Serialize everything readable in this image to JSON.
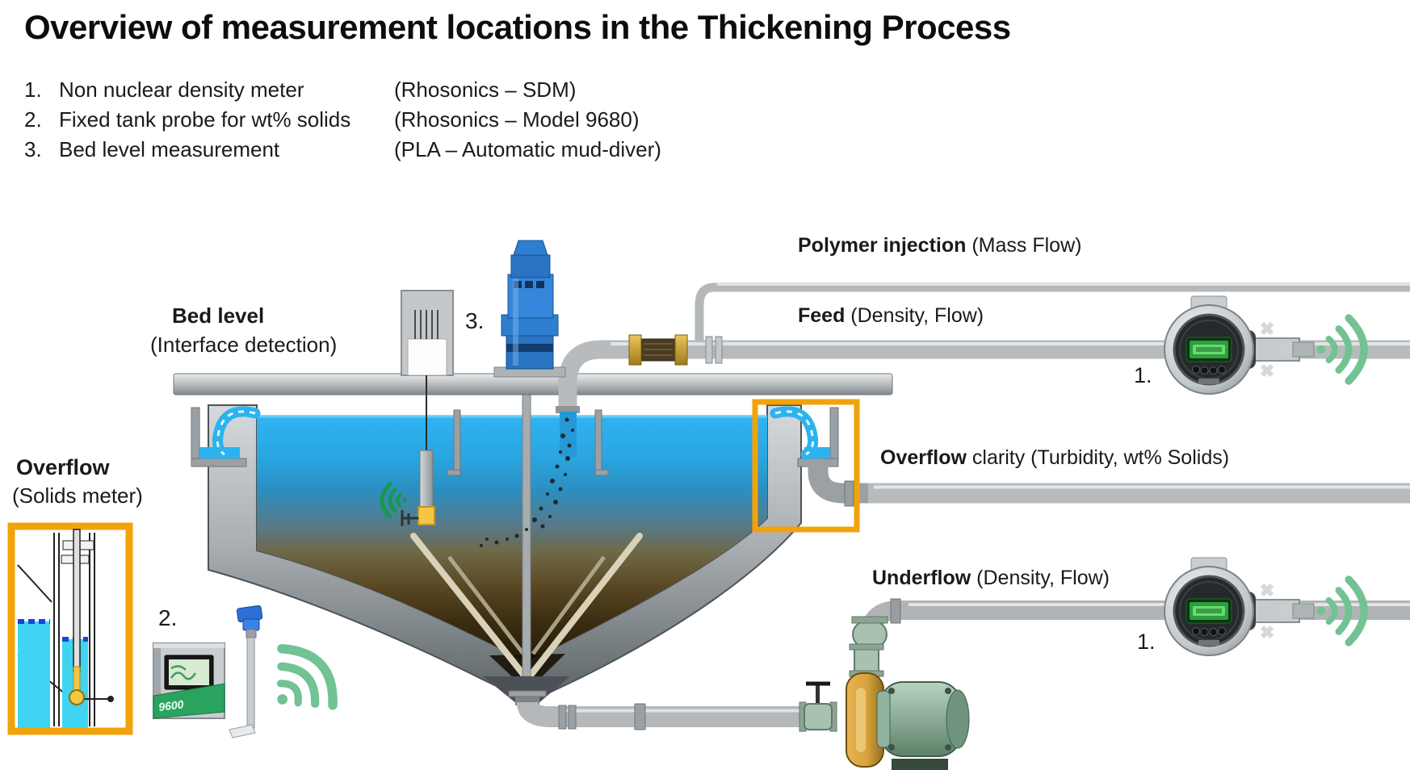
{
  "title": "Overview of measurement locations in the Thickening Process",
  "legend": {
    "items": [
      {
        "num": "1.",
        "label": "Non nuclear density meter",
        "detail": "(Rhosonics – SDM)"
      },
      {
        "num": "2.",
        "label": "Fixed tank probe for wt% solids",
        "detail": "(Rhosonics – Model 9680)"
      },
      {
        "num": "3.",
        "label": "Bed level measurement",
        "detail": "(PLA – Automatic mud-diver)"
      }
    ]
  },
  "diagram": {
    "labels": {
      "polymer": {
        "bold": "Polymer injection",
        "rest": " (Mass Flow)"
      },
      "feed": {
        "bold": "Feed",
        "rest": " (Density, Flow)"
      },
      "overflow_clarity": {
        "bold": "Overflow",
        "rest": " clarity (Turbidity, wt% Solids)"
      },
      "underflow": {
        "bold": "Underflow",
        "rest": " (Density, Flow)"
      },
      "bed_level": {
        "bold": "Bed level",
        "rest": "(Interface detection)"
      },
      "overflow_left": {
        "bold": "Overflow",
        "rest": "(Solids meter)"
      }
    },
    "markers": {
      "feed_meter": "1.",
      "underflow_meter": "1.",
      "tank_probe": "2.",
      "bed_level": "3."
    },
    "cabinet_model": "9600",
    "icons": [
      "wireless-signal-icon",
      "density-meter-icon",
      "wifi-icon"
    ],
    "colors": {
      "highlight_orange": "#F2A30B",
      "signal_green": "#72C294",
      "water_blue": "#29B2F0",
      "inset_cyan": "#3FD4F2",
      "motor_blue": "#2F7FD0",
      "cabinet_green": "#2AA35F",
      "probe_yellow": "#F3C744",
      "pipe_gray": "#B7BBBD"
    }
  }
}
